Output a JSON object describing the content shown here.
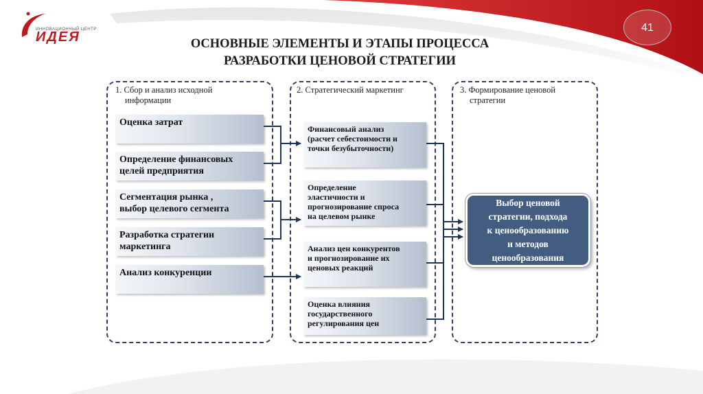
{
  "logo": {
    "small_text": "ИННОВАЦИОННЫЙ ЦЕНТР",
    "big_text": "ИДЕЯ"
  },
  "page_number": "41",
  "title": {
    "line1": "ОСНОВНЫЕ ЭЛЕМЕНТЫ И ЭТАПЫ ПРОЦЕССА",
    "line2": "РАЗРАБОТКИ ЦЕНОВОЙ СТРАТЕГИИ"
  },
  "columns": [
    {
      "heading_line1": "1. Сбор и анализ исходной",
      "heading_line2": "информации",
      "items": [
        {
          "line1": "Оценка затрат",
          "line2": ""
        },
        {
          "line1": "Определение финансовых",
          "line2": "целей предприятия"
        },
        {
          "line1": "Сегментация рынка ,",
          "line2": "выбор целевого сегмента"
        },
        {
          "line1": "Разработка стратегии",
          "line2": "маркетинга"
        },
        {
          "line1": "Анализ конкуренции",
          "line2": ""
        }
      ]
    },
    {
      "heading_line1": "2. Стратегический маркетинг",
      "heading_line2": "",
      "items": [
        {
          "line1": "Финансовый анализ",
          "line2": "(расчет себестоимости и",
          "line3": "точки безубыточности)",
          "line4": ""
        },
        {
          "line1": "Определение",
          "line2": "эластичности и",
          "line3": "прогнозирование спроса",
          "line4": "на целевом рынке"
        },
        {
          "line1": "Анализ цен конкурентов",
          "line2": "и прогнозирование их",
          "line3": "ценовых реакций",
          "line4": ""
        },
        {
          "line1": "Оценка влияния",
          "line2": "государственного",
          "line3": "регулирования цен",
          "line4": ""
        }
      ]
    },
    {
      "heading_line1": "3. Формирование ценовой",
      "heading_line2": "стратегии",
      "result": {
        "line1": "Выбор ценовой",
        "line2": "стратегии, подхода",
        "line3": "к ценообразованию",
        "line4": "и методов",
        "line5": "ценообразования"
      }
    }
  ],
  "colors": {
    "accent_red": "#c0191f",
    "navy": "#2c3e63",
    "result_fill": "#435d80"
  }
}
